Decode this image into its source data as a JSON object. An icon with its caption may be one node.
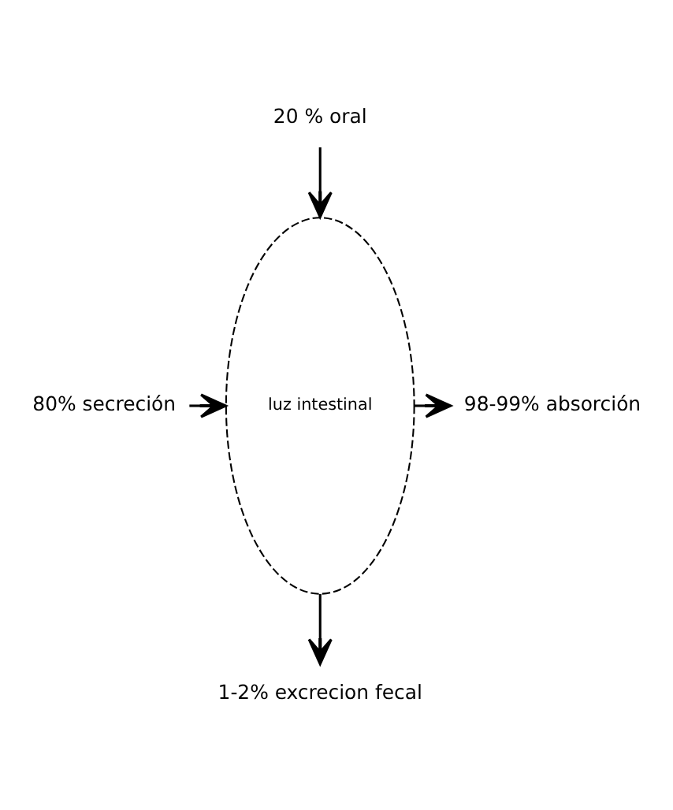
{
  "diagram": {
    "nodes": [
      {
        "text": [
          "20 % oral"
        ]
      },
      {
        "text": [
          "luz intestinal"
        ]
      },
      {
        "text": [
          "80% secreción"
        ]
      },
      {
        "text": [
          "98-99% absorción"
        ]
      },
      {
        "text": [
          "1-2% excrecion fecal"
        ]
      }
    ],
    "edges": [
      {
        "from": 0,
        "to": 1,
        "arrow": "to"
      },
      {
        "from": 2,
        "to": 1,
        "arrow": "to"
      },
      {
        "from": 1,
        "to": 3,
        "arrow": "to"
      },
      {
        "from": 1,
        "to": 4,
        "arrow": "to"
      }
    ]
  }
}
